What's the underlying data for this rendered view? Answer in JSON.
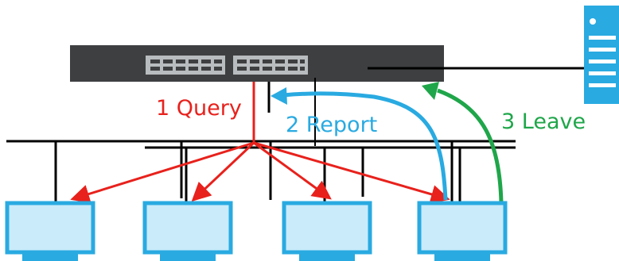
{
  "caption_fragment": "",
  "steps": {
    "query": "1 Query",
    "report": "2 Report",
    "leave": "3 Leave"
  },
  "colors": {
    "query": "#e8211c",
    "report": "#29aae1",
    "leave": "#1fa64a",
    "switch_body": "#3d3f40",
    "host_screen": "#c9ebfa",
    "host_frame": "#29aae1",
    "server": "#29aae1",
    "wire": "#000000"
  },
  "icons": {
    "switch": "network-switch-icon",
    "server": "server-icon",
    "host": "monitor-icon"
  },
  "hosts": [
    "host-1",
    "host-2",
    "host-3",
    "host-4"
  ]
}
